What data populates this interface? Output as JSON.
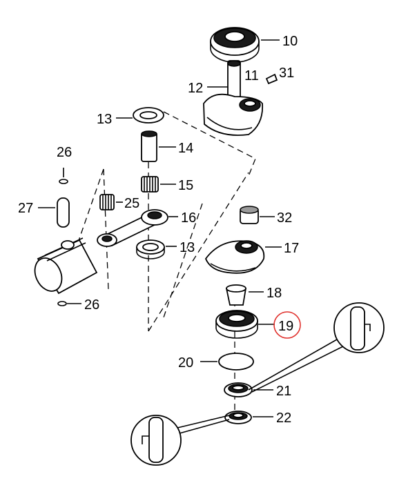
{
  "highlight_color": "#e0302c",
  "highlighted_part": "19",
  "labels": {
    "p10": "10",
    "p11": "11",
    "p12": "12",
    "p13a": "13",
    "p13b": "13",
    "p14": "14",
    "p15": "15",
    "p16": "16",
    "p17": "17",
    "p18": "18",
    "p19": "19",
    "p20": "20",
    "p21": "21",
    "p22": "22",
    "p25": "25",
    "p26a": "26",
    "p26b": "26",
    "p27": "27",
    "p31": "31",
    "p32": "32"
  }
}
